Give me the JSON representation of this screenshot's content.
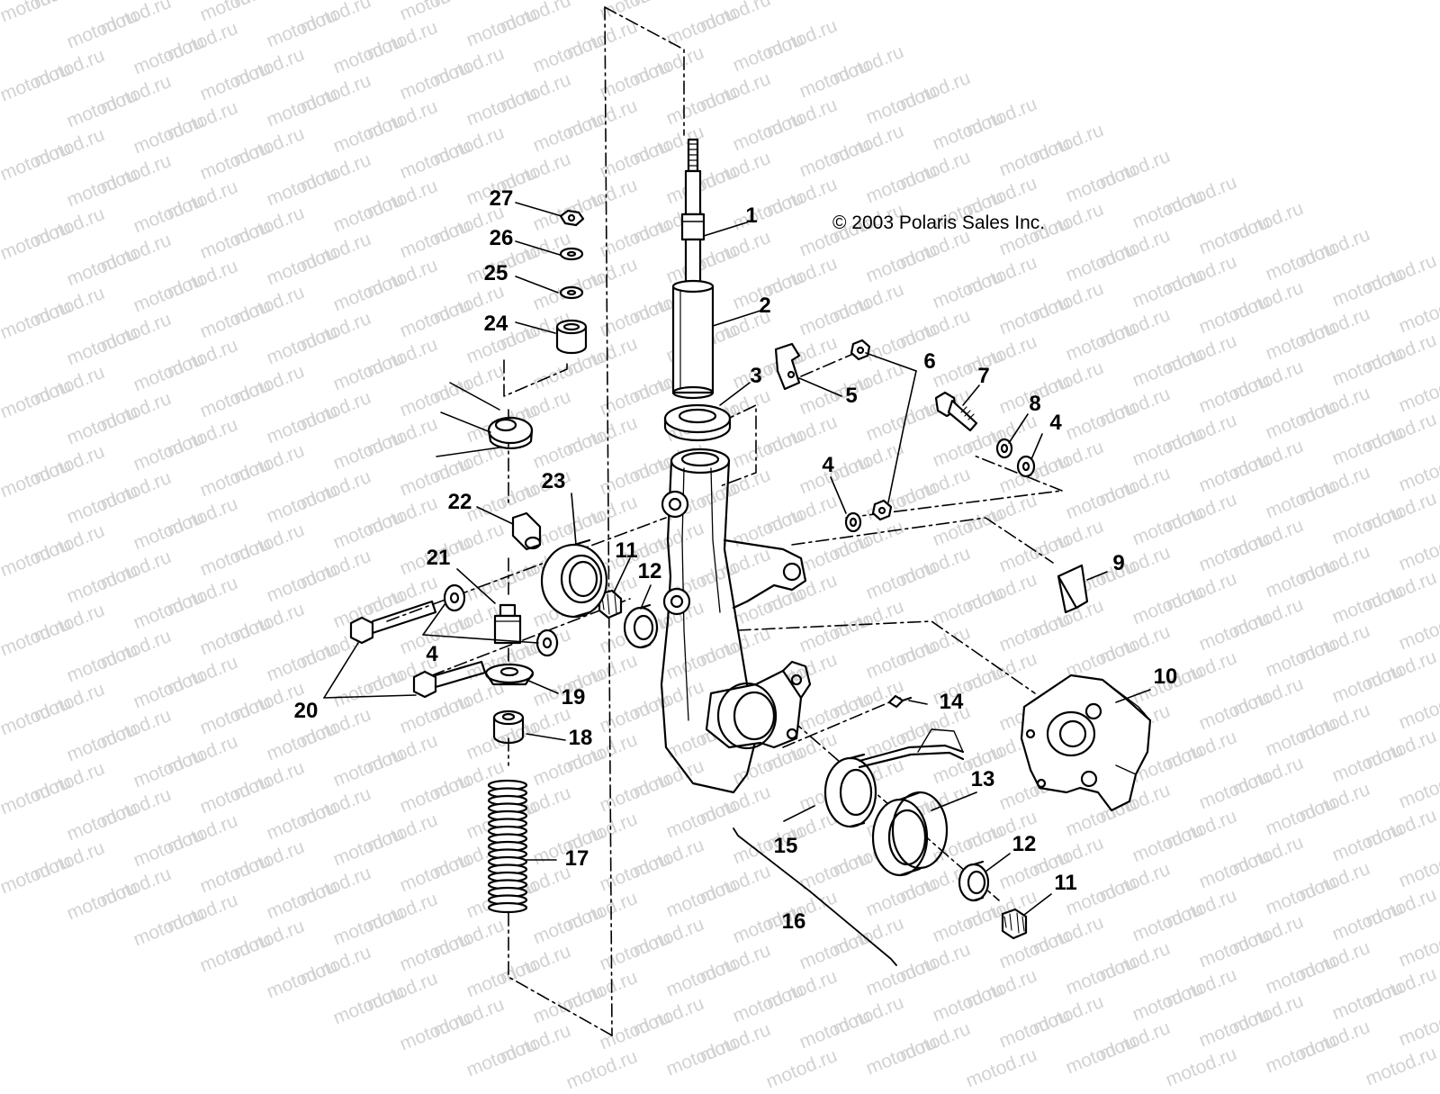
{
  "watermark": "motod.ru",
  "copyright": "© 2003 Polaris Sales Inc.",
  "callouts": [
    "1",
    "2",
    "3",
    "4",
    "5",
    "6",
    "7",
    "8",
    "4",
    "9",
    "10",
    "11",
    "12",
    "13",
    "14",
    "15",
    "16",
    "17",
    "18",
    "19",
    "20",
    "21",
    "22",
    "23",
    "11",
    "12",
    "4",
    "24",
    "25",
    "26",
    "27"
  ]
}
